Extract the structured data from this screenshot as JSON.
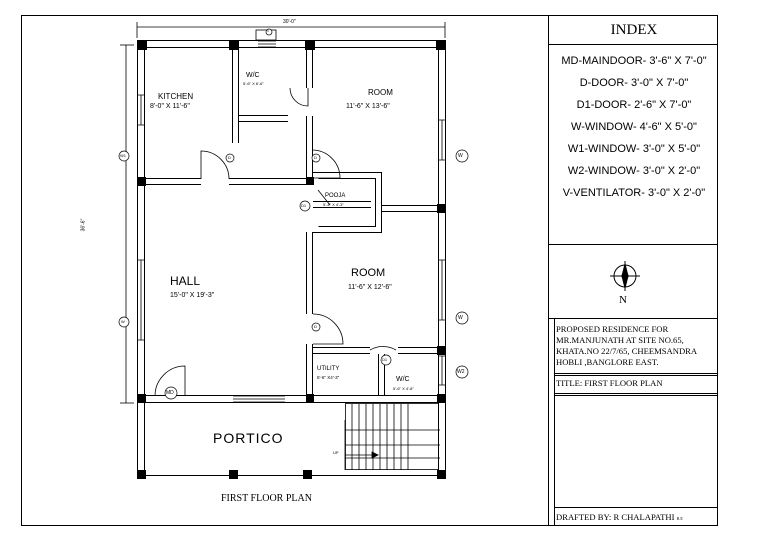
{
  "plan": {
    "overall_width": "30'-0\"",
    "overall_depth": "36'-6\"",
    "caption": "FIRST FLOOR PLAN",
    "rooms": {
      "kitchen": {
        "name": "KITCHEN",
        "size": "8'-0\" X 11'-6\""
      },
      "wc_top": {
        "name": "W/C",
        "size": "5'-6\" X 6'-6\""
      },
      "room_top": {
        "name": "ROOM",
        "size": "11'-6\" X 13'-6\""
      },
      "pooja": {
        "name": "POOJA",
        "size": "5'-4\" X 4'-3\""
      },
      "hall": {
        "name": "HALL",
        "size": "15'-0\" X 19'-3\""
      },
      "room_mid": {
        "name": "ROOM",
        "size": "11'-6\" X 12'-6\""
      },
      "utility": {
        "name": "UTILITY",
        "size": "5'-6\" X4'-3\""
      },
      "wc_bottom": {
        "name": "W/C",
        "size": "5'-6\" X 4'-8\""
      },
      "portico": {
        "name": "PORTICO"
      }
    },
    "stair_label": "UP",
    "tags": {
      "door": "D",
      "door1": "D1",
      "maindoor": "MD",
      "window": "W",
      "window1": "W1",
      "window2": "W2",
      "ventilator": "V"
    }
  },
  "index": {
    "title": "INDEX",
    "items": [
      "MD-MAINDOOR- 3'-6\" X 7'-0\"",
      "D-DOOR- 3'-0\" X 7'-0\"",
      "D1-DOOR- 2'-6\" X 7'-0\"",
      "W-WINDOW- 4'-6\" X 5'-0\"",
      "W1-WINDOW- 3'-0\" X 5'-0\"",
      "W2-WINDOW- 3'-0\" X 2'-0\"",
      "V-VENTILATOR- 3'-0\" X 2'-0\""
    ],
    "north_label": "N"
  },
  "title_block": {
    "project_lines": [
      "PROPOSED RESIDENCE FOR",
      "MR.MANJUNATH AT SITE NO.65,",
      "KHATA.NO 22/7/65, CHEEMSANDRA",
      "HOBLI ,BANGLORE EAST."
    ],
    "title": "TITLE: FIRST FLOOR PLAN",
    "drafted_by": "DRAFTED BY: R CHALAPATHI",
    "drafted_suffix": "B.E"
  }
}
